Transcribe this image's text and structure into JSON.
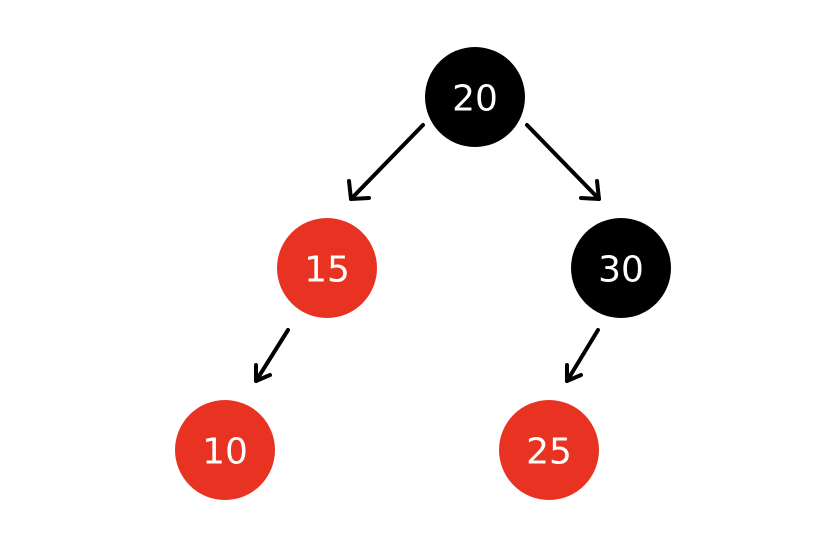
{
  "colors": {
    "red": "#e83323",
    "black": "#000000",
    "label": "#ffffff",
    "background": "#ffffff"
  },
  "tree": {
    "nodes": [
      {
        "id": "n20",
        "label": "20",
        "color": "black"
      },
      {
        "id": "n15",
        "label": "15",
        "color": "red"
      },
      {
        "id": "n30",
        "label": "30",
        "color": "black"
      },
      {
        "id": "n10",
        "label": "10",
        "color": "red"
      },
      {
        "id": "n25",
        "label": "25",
        "color": "red"
      }
    ],
    "edges": [
      {
        "from": "n20",
        "to": "n15"
      },
      {
        "from": "n20",
        "to": "n30"
      },
      {
        "from": "n15",
        "to": "n10"
      },
      {
        "from": "n30",
        "to": "n25"
      }
    ]
  }
}
